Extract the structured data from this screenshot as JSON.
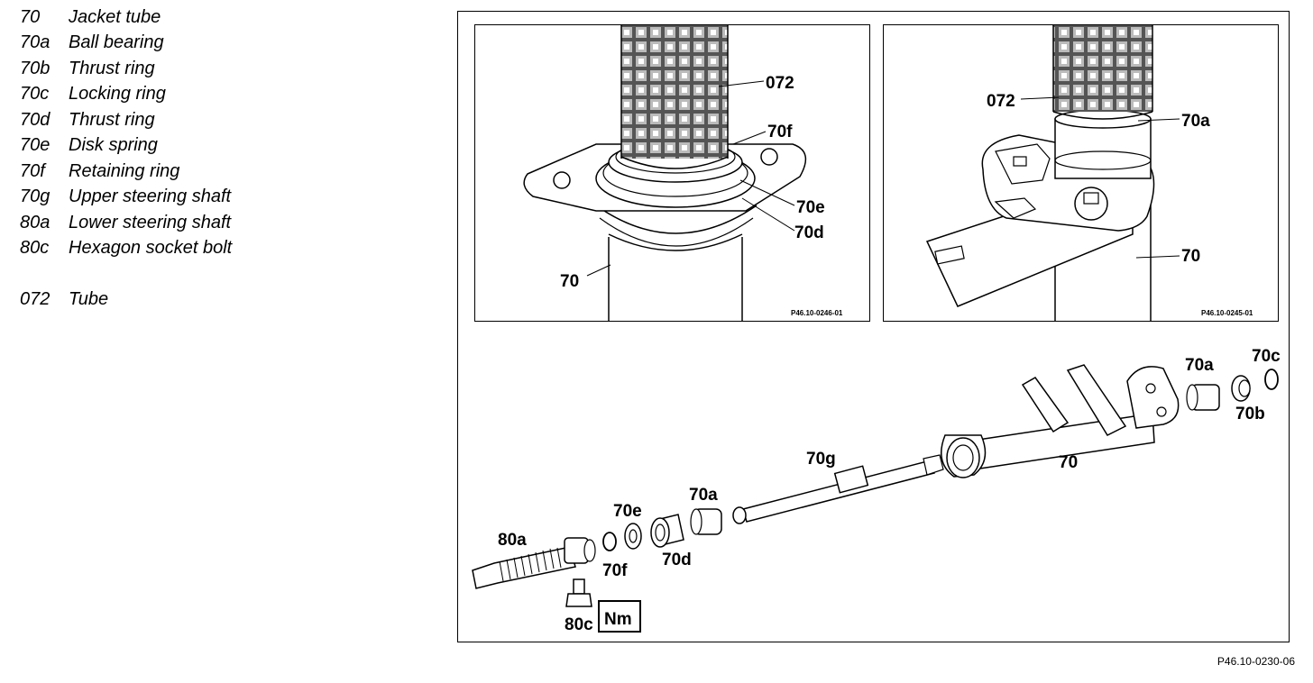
{
  "legend": [
    {
      "code": "70",
      "desc": "Jacket tube"
    },
    {
      "code": "70a",
      "desc": "Ball bearing"
    },
    {
      "code": "70b",
      "desc": "Thrust ring"
    },
    {
      "code": "70c",
      "desc": "Locking ring"
    },
    {
      "code": "70d",
      "desc": "Thrust ring"
    },
    {
      "code": "70e",
      "desc": "Disk spring"
    },
    {
      "code": "70f",
      "desc": "Retaining ring"
    },
    {
      "code": "70g",
      "desc": "Upper steering shaft"
    },
    {
      "code": "80a",
      "desc": "Lower steering shaft"
    },
    {
      "code": "80c",
      "desc": "Hexagon socket bolt"
    },
    {
      "code": "072",
      "desc": "Tube"
    }
  ],
  "inset_left": {
    "labels": {
      "l072": "072",
      "l70f": "70f",
      "l70e": "70e",
      "l70d": "70d",
      "l70": "70"
    },
    "code": "P46.10-0246-01"
  },
  "inset_right": {
    "labels": {
      "l072": "072",
      "l70a": "70a",
      "l70": "70"
    },
    "code": "P46.10-0245-01"
  },
  "main": {
    "labels": {
      "l70c": "70c",
      "l70a_r": "70a",
      "l70b": "70b",
      "l70": "70",
      "l70g": "70g",
      "l70a_l": "70a",
      "l70e": "70e",
      "l80a": "80a",
      "l70f": "70f",
      "l70d": "70d",
      "l80c": "80c",
      "nm": "Nm"
    }
  },
  "figure_id": "P46.10-0230-06"
}
